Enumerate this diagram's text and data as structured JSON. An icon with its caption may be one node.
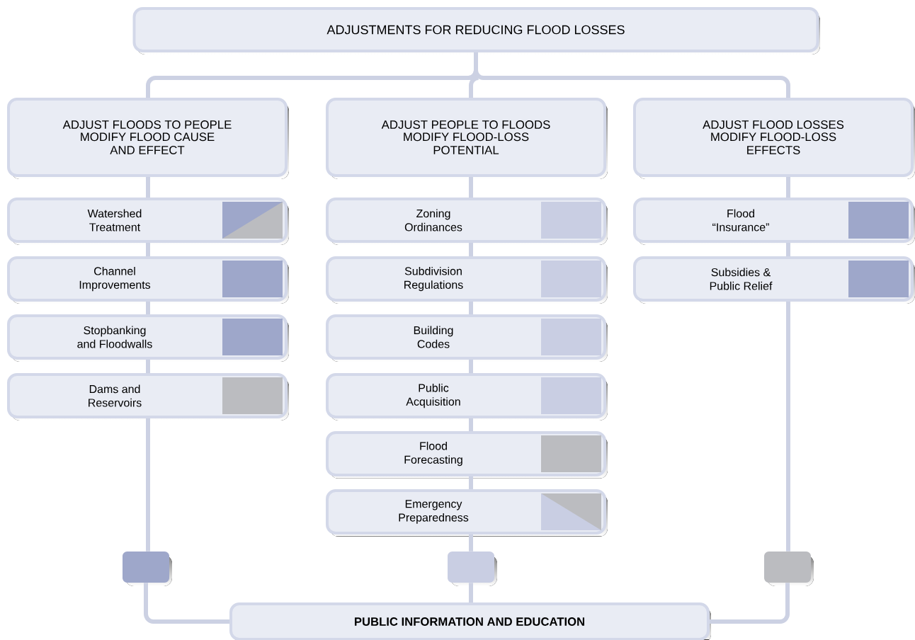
{
  "diagram": {
    "nodes": [
      {
        "text": [
          "ADJUSTMENTS FOR REDUCING FLOOD LOSSES"
        ]
      },
      {
        "text": [
          "ADJUST FLOODS TO PEOPLE",
          "MODIFY FLOOD CAUSE AND EFFECT"
        ]
      },
      {
        "text": [
          "ADJUST PEOPLE TO FLOODS",
          "MODIFY FLOOD-LOSS POTENTIAL"
        ]
      },
      {
        "text": [
          "ADJUST FLOOD LOSSES",
          "MODIFY FLOOD-LOSS EFFECTS"
        ]
      },
      {
        "text": [
          "Watershed Treatment"
        ]
      },
      {
        "text": [
          "Channel Improvements"
        ]
      },
      {
        "text": [
          "Stopbanking and Floodwalls"
        ]
      },
      {
        "text": [
          "Dams and Reservoirs"
        ]
      },
      {
        "text": [
          "Zoning Ordinances"
        ]
      },
      {
        "text": [
          "Subdivision Regulations"
        ]
      },
      {
        "text": [
          "Building Codes"
        ]
      },
      {
        "text": [
          "Public Acquisition"
        ]
      },
      {
        "text": [
          "Flood Forecasting"
        ]
      },
      {
        "text": [
          "Emergency Preparedness"
        ]
      },
      {
        "text": [
          "Flood “Insurance”"
        ]
      },
      {
        "text": [
          "Subsidies & Public Relief"
        ]
      },
      {
        "text": [],
        "shape": "box"
      },
      {
        "text": [],
        "shape": "box"
      },
      {
        "text": [],
        "shape": "box"
      },
      {
        "text": [
          "PUBLIC INFORMATION AND EDUCATION"
        ]
      }
    ],
    "edges": [
      {
        "from": 0,
        "to": 1,
        "arrow": "none"
      },
      {
        "from": 0,
        "to": 2,
        "arrow": "none"
      },
      {
        "from": 0,
        "to": 3,
        "arrow": "none"
      },
      {
        "from": 1,
        "to": 4,
        "arrow": "none"
      },
      {
        "from": 4,
        "to": 5,
        "arrow": "none"
      },
      {
        "from": 5,
        "to": 6,
        "arrow": "none"
      },
      {
        "from": 6,
        "to": 7,
        "arrow": "none"
      },
      {
        "from": 7,
        "to": 16,
        "arrow": "none"
      },
      {
        "from": 2,
        "to": 8,
        "arrow": "none"
      },
      {
        "from": 8,
        "to": 9,
        "arrow": "none"
      },
      {
        "from": 9,
        "to": 10,
        "arrow": "none"
      },
      {
        "from": 10,
        "to": 11,
        "arrow": "none"
      },
      {
        "from": 11,
        "to": 12,
        "arrow": "none"
      },
      {
        "from": 12,
        "to": 13,
        "arrow": "none"
      },
      {
        "from": 13,
        "to": 17,
        "arrow": "none"
      },
      {
        "from": 3,
        "to": 14,
        "arrow": "none"
      },
      {
        "from": 14,
        "to": 15,
        "arrow": "none"
      },
      {
        "from": 15,
        "to": 18,
        "arrow": "none"
      },
      {
        "from": 16,
        "to": 19,
        "arrow": "none"
      },
      {
        "from": 17,
        "to": 19,
        "arrow": "none"
      },
      {
        "from": 18,
        "to": 19,
        "arrow": "none"
      }
    ]
  }
}
